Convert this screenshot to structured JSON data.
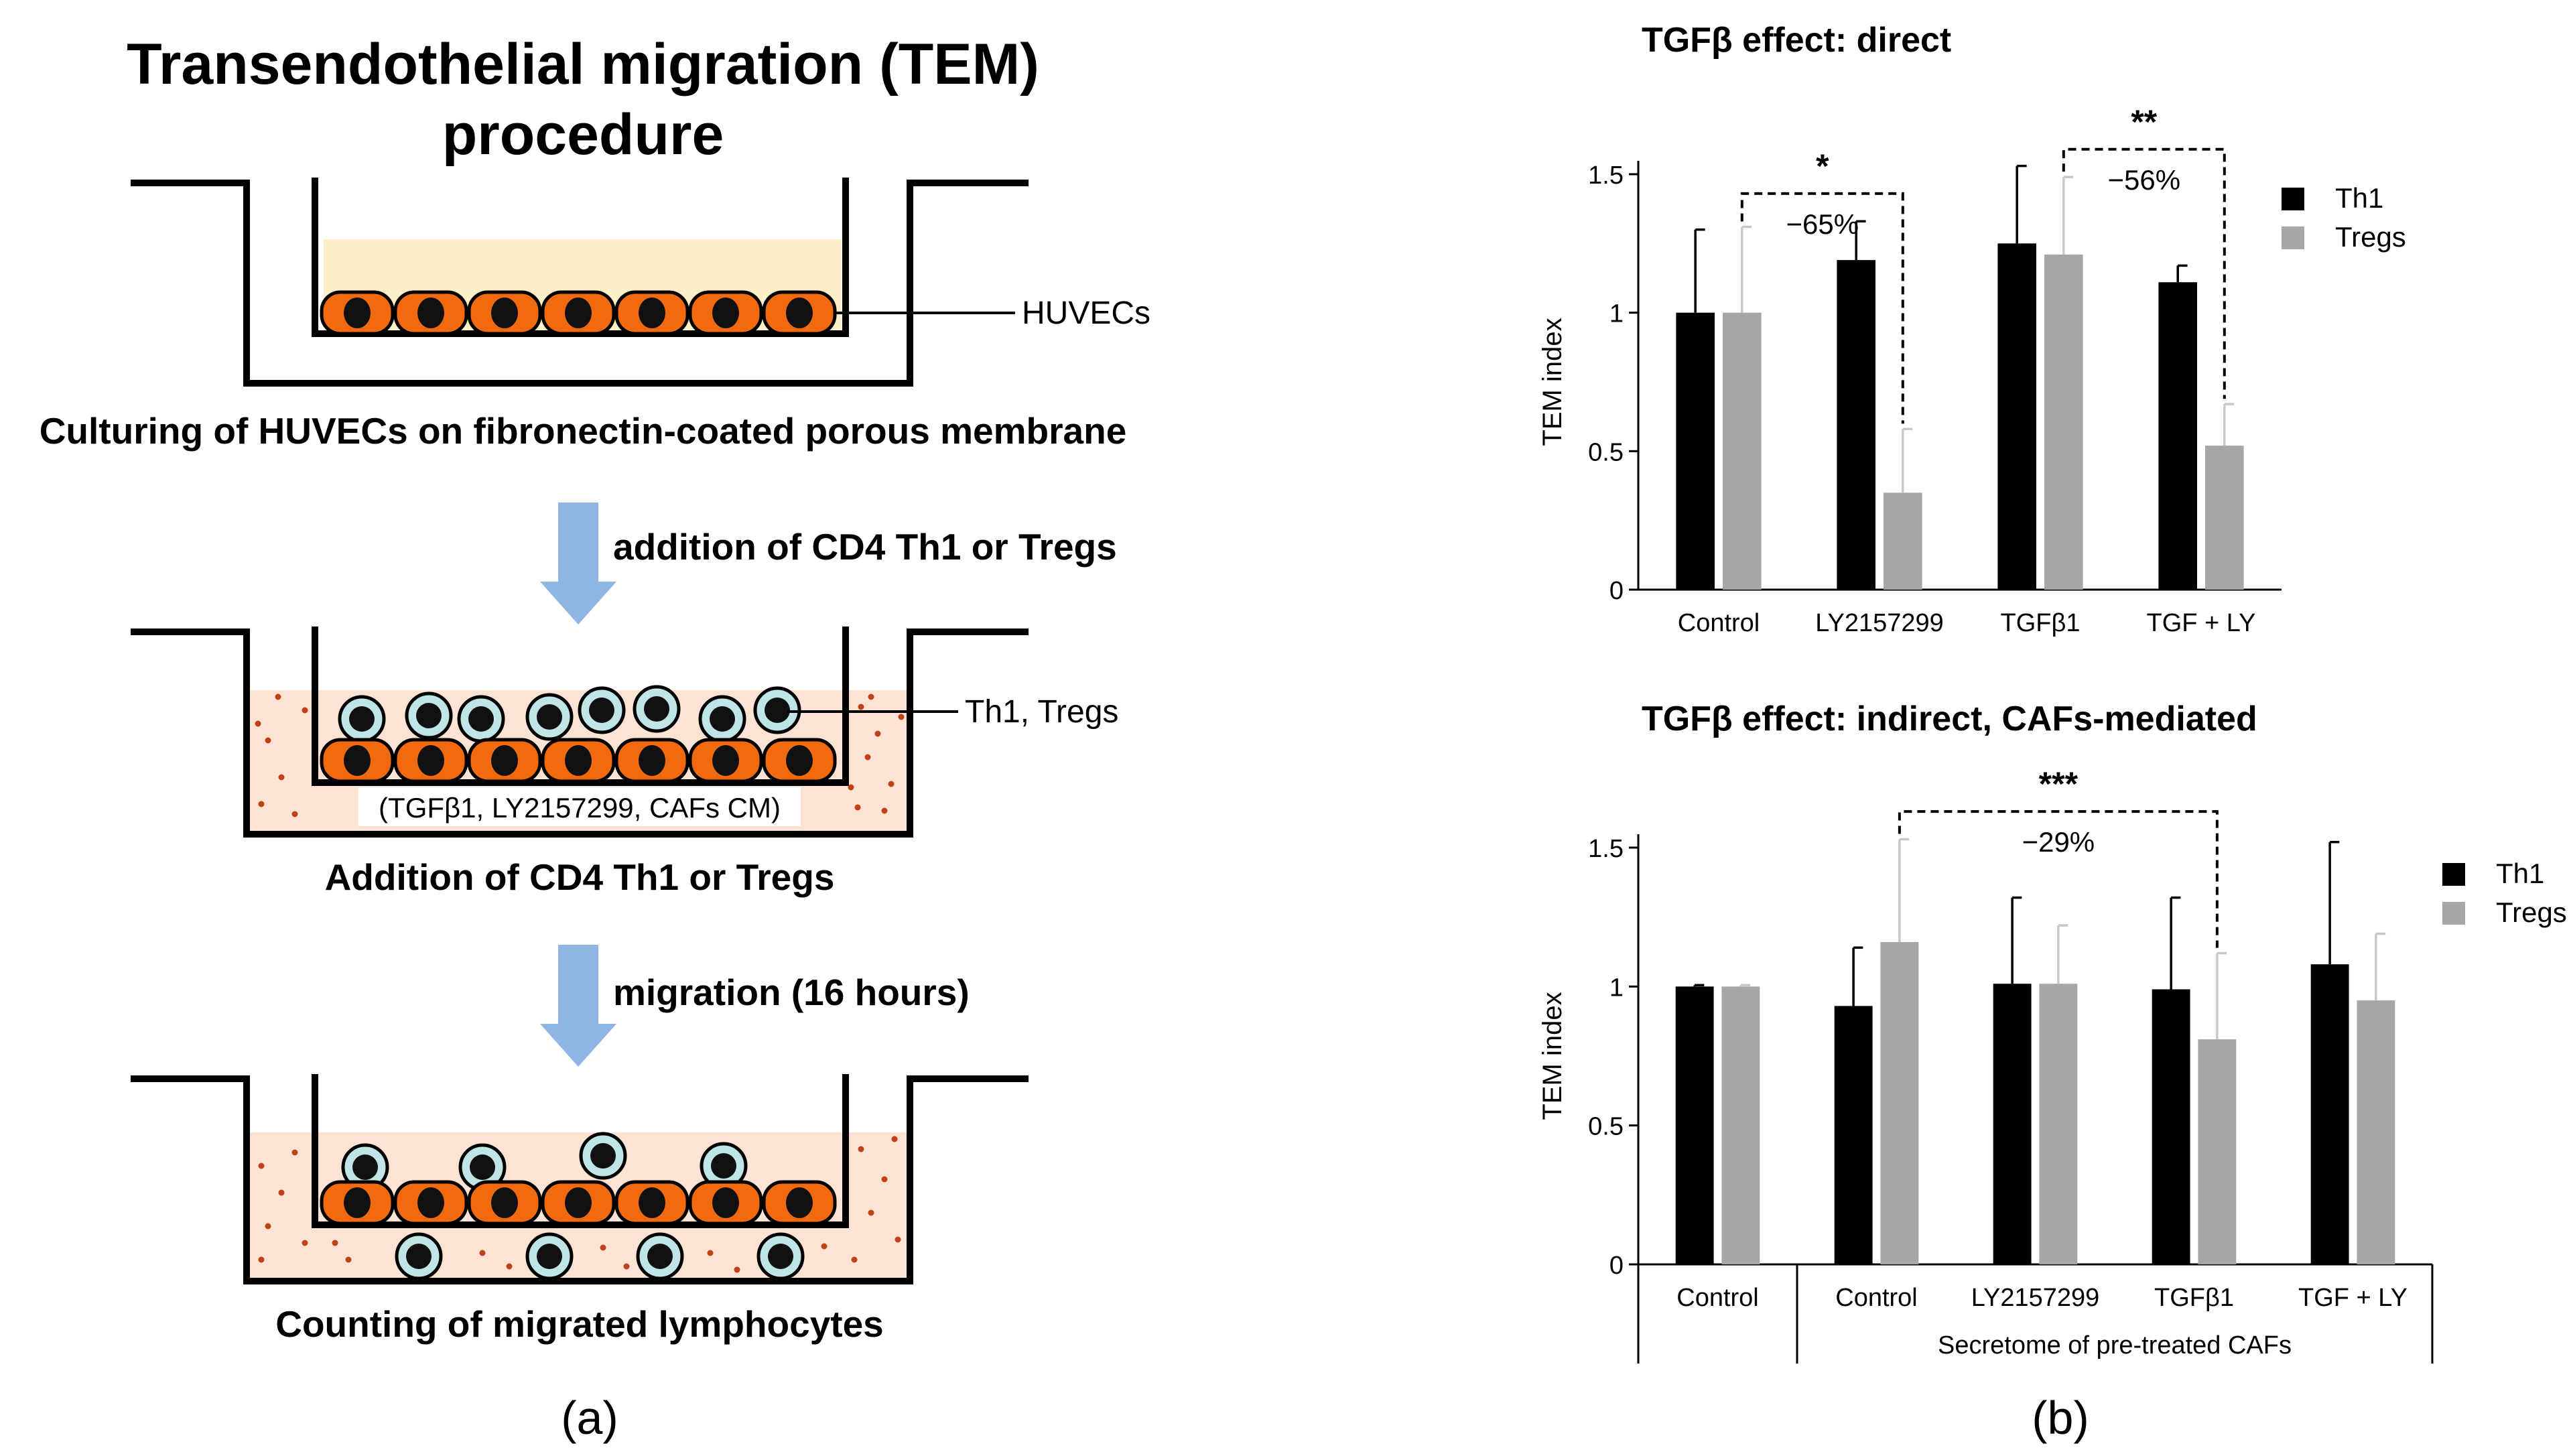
{
  "panel_a": {
    "title_line1": "Transendothelial migration (TEM)",
    "title_line2": "procedure",
    "step1_label": "Culturing of HUVECs on fibronectin-coated porous membrane",
    "huvec_label": "HUVECs",
    "arrow1_label": "addition of CD4 Th1 or Tregs",
    "th1_tregs_label": "Th1,  Tregs",
    "compounds_label": "(TGFβ1, LY2157299, CAFs CM)",
    "step2_label": "Addition of CD4 Th1 or Tregs",
    "arrow2_label": "migration (16 hours)",
    "step3_label": "Counting of migrated lymphocytes",
    "panel_letter": "(a)",
    "colors": {
      "cell_orange": "#f26a10",
      "nucleus": "#111111",
      "lymph_fill": "#bfe5e8",
      "medium_yellow": "#fdf0c8",
      "medium_peach": "#fde3d3",
      "dot": "#c0401a",
      "arrow": "#8fb5e3"
    }
  },
  "panel_b_letter": "(b)",
  "chart_data": [
    {
      "type": "bar",
      "title": "TGFβ effect: direct",
      "ylabel": "TEM index",
      "ylim": [
        0,
        1.5
      ],
      "yticks": [
        "0",
        "0.5",
        "1",
        "1.5"
      ],
      "categories": [
        "Control",
        "LY2157299",
        "TGFβ1",
        "TGF + LY"
      ],
      "series": [
        {
          "name": "Th1",
          "color": "#000000",
          "values": [
            1.0,
            1.19,
            1.25,
            1.11
          ],
          "errors": [
            0.3,
            0.14,
            0.28,
            0.06
          ]
        },
        {
          "name": "Tregs",
          "color": "#a6a6a6",
          "values": [
            1.0,
            0.35,
            1.21,
            0.52
          ],
          "errors": [
            0.31,
            0.23,
            0.28,
            0.15
          ]
        }
      ],
      "annotations": [
        {
          "stars": "*",
          "percent": "−65%",
          "from_category": 0,
          "to_category": 1
        },
        {
          "stars": "**",
          "percent": "−56%",
          "from_category": 2,
          "to_category": 3
        }
      ],
      "legend": "right",
      "grid": false
    },
    {
      "type": "bar",
      "title": "TGFβ effect: indirect, CAFs-mediated",
      "ylabel": "TEM index",
      "ylim": [
        0,
        1.5
      ],
      "yticks": [
        "0",
        "0.5",
        "1",
        "1.5"
      ],
      "categories": [
        "Control",
        "Control",
        "LY2157299",
        "TGFβ1",
        "TGF + LY"
      ],
      "group_label": "Secretome of pre-treated CAFs",
      "series": [
        {
          "name": "Th1",
          "color": "#000000",
          "values": [
            1.0,
            0.93,
            1.01,
            0.99,
            1.08
          ],
          "errors": [
            0.005,
            0.21,
            0.31,
            0.33,
            0.44
          ]
        },
        {
          "name": "Tregs",
          "color": "#a6a6a6",
          "values": [
            1.0,
            1.16,
            1.01,
            0.81,
            0.95
          ],
          "errors": [
            0.005,
            0.37,
            0.21,
            0.31,
            0.24
          ]
        }
      ],
      "annotations": [
        {
          "stars": "***",
          "percent": "−29%",
          "from_category": 1,
          "to_category": 3
        }
      ],
      "legend": "right",
      "grid": false
    }
  ]
}
